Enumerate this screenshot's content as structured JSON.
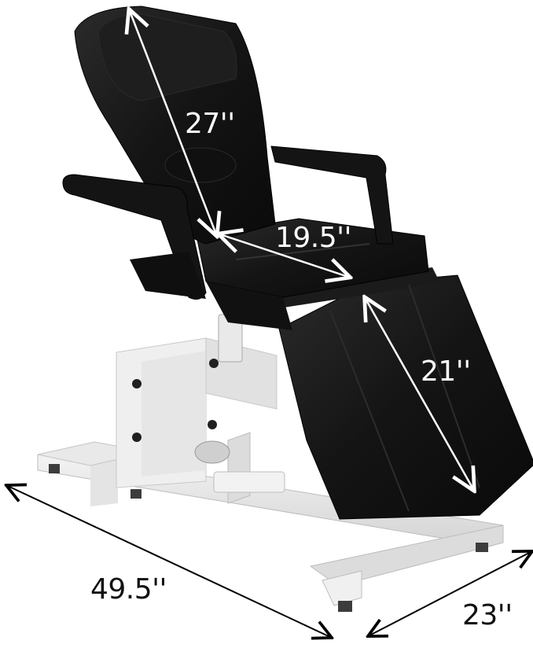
{
  "image": {
    "subject": "electric-chair",
    "colors": {
      "upholstery": "#151515",
      "upholstery_edge": "#2a2a2a",
      "frame": "#ececec",
      "frame_shadow": "#c9c9c9",
      "dimension_line_dark": "#000000",
      "dimension_line_light": "#ffffff"
    }
  },
  "dimensions": {
    "backrest_height": "27''",
    "seat_depth": "19.5''",
    "leg_rest_length": "21''",
    "overall_length": "49.5''",
    "overall_width": "23''"
  }
}
